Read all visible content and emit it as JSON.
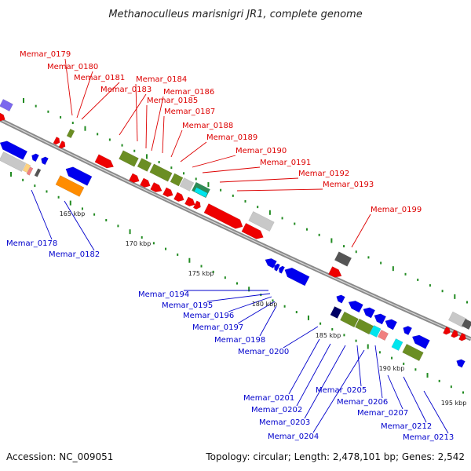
{
  "title": "Methanoculleus marisnigri JR1, complete genome",
  "accession": "Accession: NC_009051",
  "topology": "Topology: circular; Length: 2,478,101 bp; Genes: 2,542",
  "colors": {
    "forward_label": "#dd0000",
    "reverse_label": "#0000cc",
    "backbone": "#888888",
    "red": "#ee0000",
    "blue": "#0000ee",
    "olive": "#6b8e23",
    "orange": "#ff8c00",
    "gray": "#c8c8c8",
    "dark_gray": "#555555",
    "cyan": "#00e5ee",
    "pink": "#f08080",
    "purple": "#7b68ee",
    "tick": "#228b22"
  },
  "kbp_ticks": [
    {
      "label": "165 kbp"
    },
    {
      "label": "170 kbp"
    },
    {
      "label": "175 kbp"
    },
    {
      "label": "180 kbp"
    },
    {
      "label": "185 kbp"
    },
    {
      "label": "190 kbp"
    },
    {
      "label": "195 kbp"
    }
  ],
  "forward_genes": [
    "Memar_0179",
    "Memar_0180",
    "Memar_0181",
    "Memar_0183",
    "Memar_0184",
    "Memar_0185",
    "Memar_0186",
    "Memar_0187",
    "Memar_0188",
    "Memar_0189",
    "Memar_0190",
    "Memar_0191",
    "Memar_0192",
    "Memar_0193",
    "Memar_0199"
  ],
  "reverse_genes": [
    "Memar_0178",
    "Memar_0182",
    "Memar_0194",
    "Memar_0195",
    "Memar_0196",
    "Memar_0197",
    "Memar_0198",
    "Memar_0200",
    "Memar_0201",
    "Memar_0202",
    "Memar_0203",
    "Memar_0204",
    "Memar_0205",
    "Memar_0206",
    "Memar_0207",
    "Memar_0212",
    "Memar_0213"
  ]
}
